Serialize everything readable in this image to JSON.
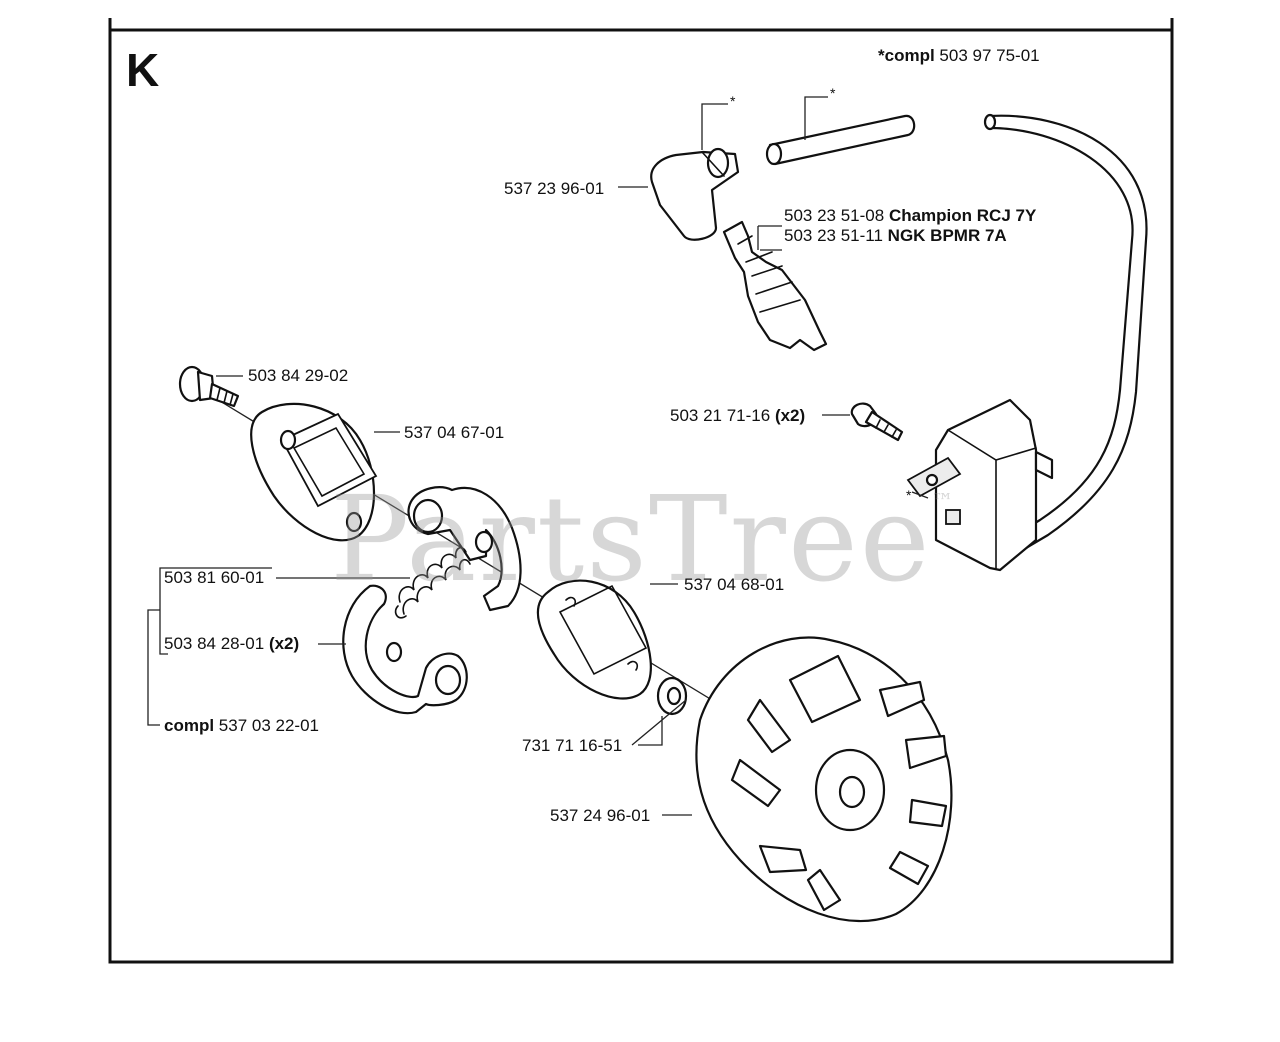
{
  "section_letter": "K",
  "watermark": {
    "text": "PartsTree",
    "mark": "™"
  },
  "header_note": {
    "bold": "*compl",
    "number": "503 97 75-01"
  },
  "asterisk": "*",
  "labels": {
    "boot": "537 23 96-01",
    "plug_1": {
      "number": "503 23 51-08",
      "bold": "Champion RCJ 7Y"
    },
    "plug_2": {
      "number": "503 23 51-11",
      "bold": "NGK BPMR 7A"
    },
    "screw_coil": {
      "number": "503 21 71-16",
      "bold": "(x2)"
    },
    "bolt": "503 84 29-02",
    "plate_1": "537 04 67-01",
    "spring": "503 81 60-01",
    "plate_2": "537 04 68-01",
    "shoe": {
      "number": "503 84 28-01",
      "bold": "(x2)"
    },
    "clutch_compl": {
      "bold": "compl",
      "number": "537 03 22-01"
    },
    "washer": "731 71 16-51",
    "flywheel": "537 24 96-01"
  }
}
